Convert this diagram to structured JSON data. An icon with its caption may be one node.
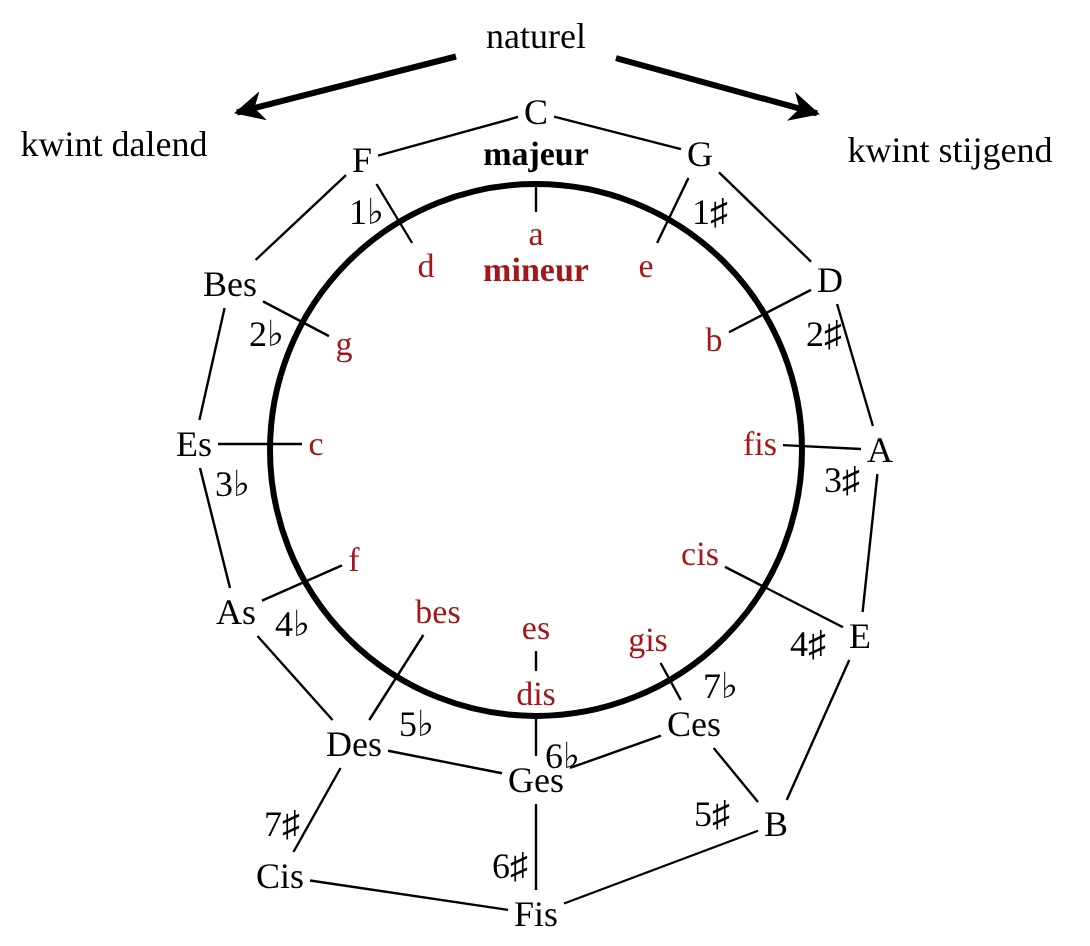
{
  "diagram": {
    "nodes": [
      {
        "text": [
          "naturel"
        ]
      },
      {
        "text": [
          "kwint dalend"
        ]
      },
      {
        "text": [
          "C"
        ]
      },
      {
        "text": [
          "kwint stijgend"
        ]
      },
      {
        "text": [
          "F"
        ]
      },
      {
        "text": [
          "G"
        ]
      },
      {
        "text": [
          "d"
        ]
      },
      {
        "text": [
          "a"
        ]
      },
      {
        "text": [
          "e"
        ]
      },
      {
        "text": [
          "Bes"
        ]
      },
      {
        "text": [
          "D"
        ]
      },
      {
        "text": [
          "g"
        ]
      },
      {
        "text": [
          "b"
        ]
      },
      {
        "text": [
          "Es"
        ]
      },
      {
        "text": [
          "c"
        ]
      },
      {
        "text": [
          "fis"
        ]
      },
      {
        "text": [
          "A"
        ]
      },
      {
        "text": [
          "cis"
        ]
      },
      {
        "text": [
          "f"
        ]
      },
      {
        "text": [
          "As"
        ]
      },
      {
        "text": [
          "bes"
        ]
      },
      {
        "text": [
          "es"
        ]
      },
      {
        "text": [
          "gis"
        ]
      },
      {
        "text": [
          "E"
        ]
      },
      {
        "text": [
          "dis"
        ]
      },
      {
        "text": [
          "Ces"
        ]
      },
      {
        "text": [
          "Des"
        ]
      },
      {
        "text": [
          "Ges"
        ]
      },
      {
        "text": [
          "B"
        ]
      },
      {
        "text": [
          "Cis"
        ]
      },
      {
        "text": [
          "Fis"
        ]
      }
    ],
    "edges": [
      {
        "from": 0,
        "to": 1,
        "arrow": "to",
        "style": "thick"
      },
      {
        "from": 0,
        "to": 3,
        "arrow": "to",
        "style": "thick"
      },
      {
        "from": 2,
        "to": 5,
        "arrow": "none"
      },
      {
        "from": 5,
        "to": 10,
        "arrow": "none"
      },
      {
        "from": 10,
        "to": 16,
        "arrow": "none"
      },
      {
        "from": 16,
        "to": 23,
        "arrow": "none"
      },
      {
        "from": 23,
        "to": 28,
        "arrow": "none"
      },
      {
        "from": 28,
        "to": 30,
        "arrow": "none"
      },
      {
        "from": 30,
        "to": 29,
        "arrow": "none"
      },
      {
        "from": 29,
        "to": 26,
        "arrow": "none"
      },
      {
        "from": 26,
        "to": 19,
        "arrow": "none"
      },
      {
        "from": 19,
        "to": 13,
        "arrow": "none"
      },
      {
        "from": 13,
        "to": 9,
        "arrow": "none"
      },
      {
        "from": 9,
        "to": 4,
        "arrow": "none"
      },
      {
        "from": 4,
        "to": 2,
        "arrow": "none"
      },
      {
        "from": 28,
        "to": 25,
        "arrow": "none"
      },
      {
        "from": 25,
        "to": 27,
        "arrow": "none"
      },
      {
        "from": 27,
        "to": 26,
        "arrow": "none"
      },
      {
        "from": 27,
        "to": 30,
        "arrow": "none"
      },
      {
        "from": 4,
        "to": 6,
        "arrow": "none"
      },
      {
        "from": 5,
        "to": 8,
        "arrow": "none"
      },
      {
        "from": 10,
        "to": 12,
        "arrow": "none"
      },
      {
        "from": 16,
        "to": 15,
        "arrow": "none"
      },
      {
        "from": 23,
        "to": 17,
        "arrow": "none"
      },
      {
        "from": 25,
        "to": 22,
        "arrow": "none"
      },
      {
        "from": 27,
        "to": 24,
        "arrow": "none"
      },
      {
        "from": 24,
        "to": 21,
        "arrow": "none"
      },
      {
        "from": 26,
        "to": 20,
        "arrow": "none"
      },
      {
        "from": 19,
        "to": 18,
        "arrow": "none"
      },
      {
        "from": 13,
        "to": 14,
        "arrow": "none"
      },
      {
        "from": 9,
        "to": 11,
        "arrow": "none"
      }
    ],
    "labels": [
      "majeur",
      "1♭",
      "1♯",
      "mineur",
      "2♭",
      "2♯",
      "3♭",
      "3♯",
      "4♭",
      "4♯",
      "7♭",
      "5♭",
      "6♭",
      "7♯",
      "5♯",
      "6♯"
    ]
  }
}
